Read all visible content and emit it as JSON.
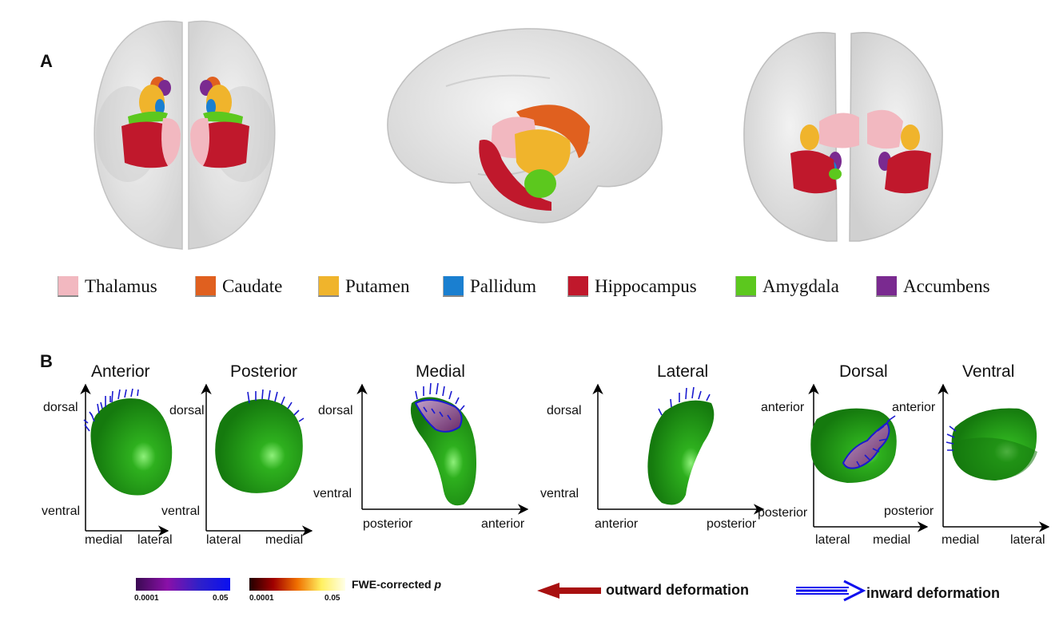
{
  "panel_a": {
    "label": "A",
    "legend": [
      {
        "name": "Thalamus",
        "color": "#f2b8c0"
      },
      {
        "name": "Caudate",
        "color": "#e0601f"
      },
      {
        "name": "Putamen",
        "color": "#f0b42c"
      },
      {
        "name": "Pallidum",
        "color": "#1a7fd0"
      },
      {
        "name": "Hippocampus",
        "color": "#c0182c"
      },
      {
        "name": "Amygdala",
        "color": "#5cc81e"
      },
      {
        "name": "Accumbens",
        "color": "#7a2a90"
      }
    ]
  },
  "panel_b": {
    "label": "B",
    "views": [
      {
        "title": "Anterior",
        "y_top": "dorsal",
        "y_bottom": "ventral",
        "x_left": "medial",
        "x_right": "lateral"
      },
      {
        "title": "Posterior",
        "y_top": "dorsal",
        "y_bottom": "ventral",
        "x_left": "lateral",
        "x_right": "medial"
      },
      {
        "title": "Medial",
        "y_top": "dorsal",
        "y_bottom": "ventral",
        "x_left": "posterior",
        "x_right": "anterior"
      },
      {
        "title": "Lateral",
        "y_top": "dorsal",
        "y_bottom": "ventral",
        "x_left": "anterior",
        "x_right": "posterior"
      },
      {
        "title": "Dorsal",
        "y_top": "anterior",
        "y_bottom": "posterior",
        "x_left": "lateral",
        "x_right": "medial"
      },
      {
        "title": "Ventral",
        "y_top": "anterior",
        "y_bottom": "posterior",
        "x_left": "medial",
        "x_right": "lateral"
      }
    ],
    "colorbars": {
      "blue": {
        "min": "0.0001",
        "max": "0.05",
        "colors": [
          "#3a0a52",
          "#8a10a8",
          "#3020c8",
          "#0a10f0"
        ]
      },
      "red": {
        "min": "0.0001",
        "max": "0.05",
        "colors": [
          "#200000",
          "#a00000",
          "#f07000",
          "#fff060",
          "#ffffe8"
        ]
      },
      "label": "FWE-corrected",
      "label_italic": "p"
    },
    "arrows": {
      "outward": {
        "label": "outward deformation",
        "color": "#a81010"
      },
      "inward": {
        "label": "inward deformation",
        "color": "#1010ee"
      }
    },
    "shape_color": "#1f9a14",
    "deformation_arrow_color": "#1a1ad0"
  }
}
